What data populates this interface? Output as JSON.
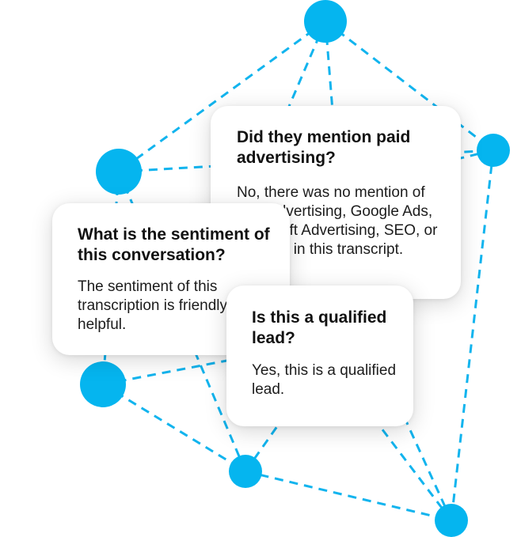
{
  "colors": {
    "accent": "#05b5ef",
    "edge": "#12b4ee",
    "card_background": "#ffffff",
    "text": "#111111"
  },
  "cards": [
    {
      "question": "Did they mention paid advertising?",
      "answer": "No, there was no mention of paid advertising, Google Ads, Microsoft Advertising, SEO, or Organic in this transcript."
    },
    {
      "question": "What is the sentiment of this conversation?",
      "answer": "The sentiment of this transcription is friendly and helpful."
    },
    {
      "question": "Is this a qualified lead?",
      "answer": "Yes, this is a qualified lead."
    }
  ]
}
